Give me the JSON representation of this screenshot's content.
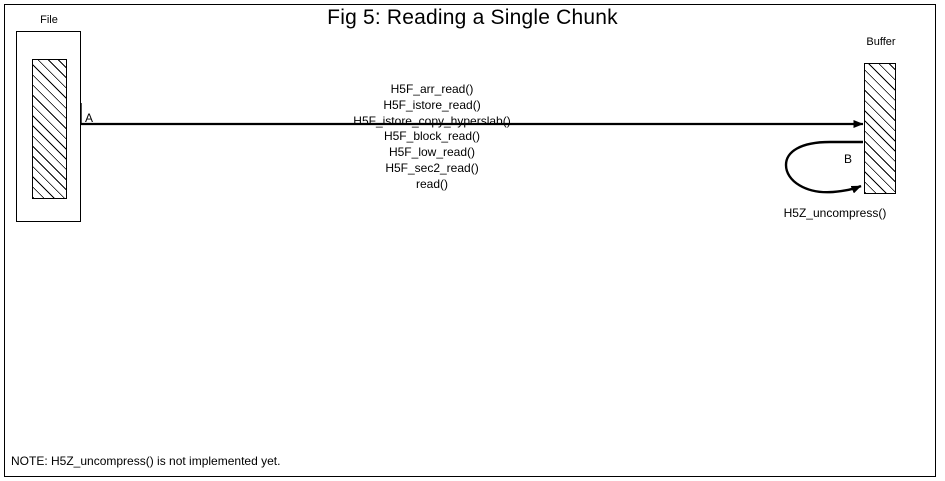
{
  "figure": {
    "title": "Fig 5:  Reading a Single Chunk",
    "note": "NOTE: H5Z_uncompress() is not implemented yet."
  },
  "nodes": {
    "file": {
      "label": "File"
    },
    "buffer": {
      "label": "Buffer"
    }
  },
  "edges": {
    "main": {
      "letter": "A",
      "callstack_above": [
        "H5F_arr_read()",
        "H5F_istore_read()",
        "H5F_istore_copy_hyperslab()"
      ],
      "callstack_below": [
        "H5F_block_read()",
        "H5F_low_read()",
        "H5F_sec2_read()",
        "read()"
      ]
    },
    "loop": {
      "letter": "B",
      "label": "H5Z_uncompress()"
    }
  },
  "colors": {
    "stroke": "#000000",
    "background": "#ffffff"
  }
}
